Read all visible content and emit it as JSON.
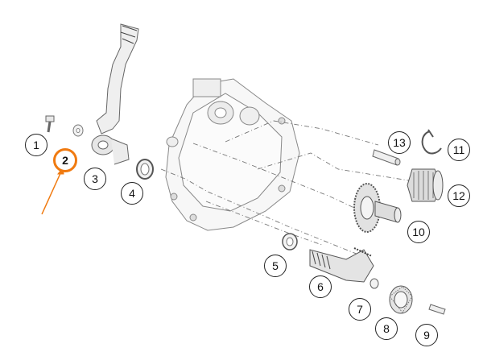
{
  "highlight_color": "#f07a10",
  "callouts": [
    {
      "label": "1",
      "part": "bolt"
    },
    {
      "label": "2",
      "part": "washer",
      "highlighted": true
    },
    {
      "label": "3",
      "part": "kick-starter-lever"
    },
    {
      "label": "4",
      "part": "shaft-seal-ring"
    },
    {
      "label": "5",
      "part": "washer"
    },
    {
      "label": "6",
      "part": "kick-starter-shaft"
    },
    {
      "label": "7",
      "part": "washer"
    },
    {
      "label": "8",
      "part": "ratchet-wheel"
    },
    {
      "label": "9",
      "part": "pin"
    },
    {
      "label": "10",
      "part": "intermediate-gear"
    },
    {
      "label": "11",
      "part": "circlip"
    },
    {
      "label": "12",
      "part": "gear"
    },
    {
      "label": "13",
      "part": "shaft"
    }
  ]
}
